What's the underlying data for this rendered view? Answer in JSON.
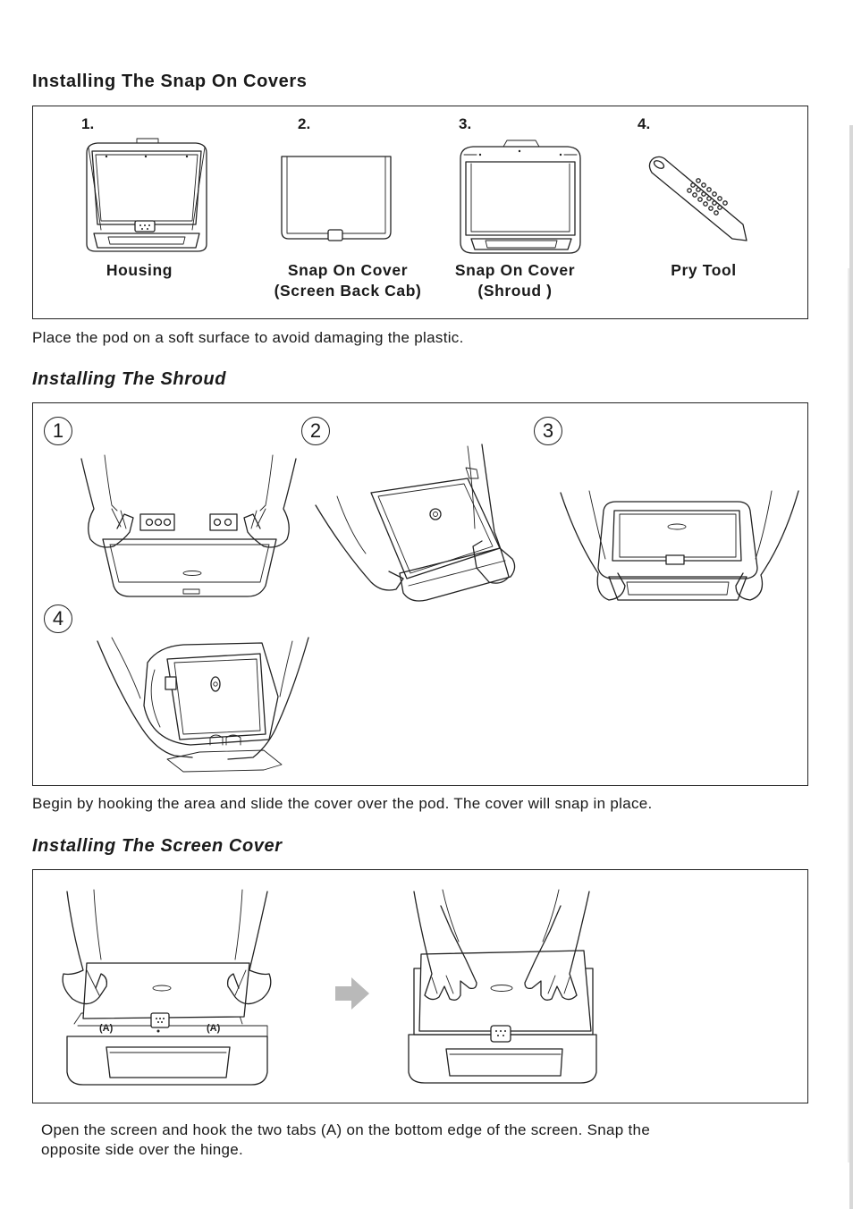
{
  "section1": {
    "title": "Installing The Snap On Covers",
    "items": [
      {
        "number": "1.",
        "label_lines": [
          "Housing"
        ]
      },
      {
        "number": "2.",
        "label_lines": [
          "Snap On Cover",
          "(Screen Back Cab)"
        ]
      },
      {
        "number": "3.",
        "label_lines": [
          "Snap On Cover",
          "(Shroud )"
        ]
      },
      {
        "number": "4.",
        "label_lines": [
          "Pry Tool"
        ]
      }
    ],
    "caption": "Place the pod on a soft surface to avoid damaging the plastic."
  },
  "section2": {
    "title": "Installing The Shroud",
    "steps": [
      "1",
      "2",
      "3",
      "4"
    ],
    "caption": "Begin by hooking the area and slide the cover over the pod. The cover will snap in place."
  },
  "section3": {
    "title": "Installing The Screen Cover",
    "tab_labels": [
      "(A)",
      "(A)"
    ],
    "caption_lines": [
      "Open the screen and hook the two tabs (A) on the bottom edge of the screen. Snap the",
      "opposite side over the hinge."
    ]
  },
  "icons": [
    "arrow-right-icon"
  ]
}
